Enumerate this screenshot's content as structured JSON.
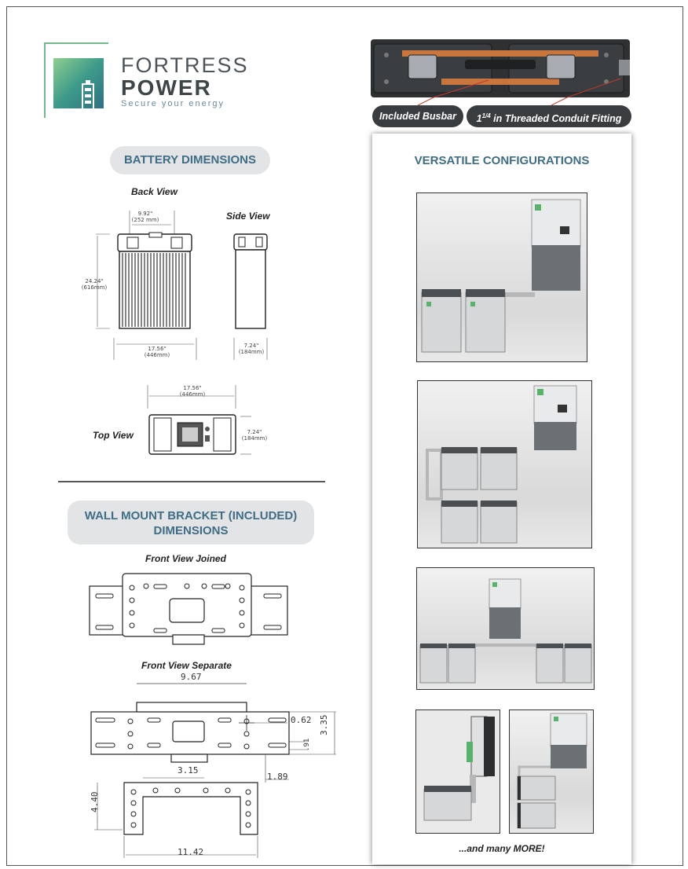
{
  "brand": {
    "name_line1": "FORTRESS",
    "name_line2": "POWER",
    "tagline": "Secure your energy"
  },
  "colors": {
    "heading_text": "#3f6d86",
    "pill_background": "#e2e4e6",
    "logo_green": "#74b98e",
    "tag_background": "#3a3d40"
  },
  "battery_dimensions": {
    "heading": "BATTERY DIMENSIONS",
    "back_view_label": "Back View",
    "side_view_label": "Side View",
    "top_view_label": "Top View",
    "back_top_width": "9.92\"\n(252 mm)",
    "back_height": "24.24\"\n(616mm)",
    "back_width": "17.56\"\n(446mm)",
    "side_depth": "7.24\"\n(184mm)",
    "top_width": "17.56\"\n(446mm)",
    "top_depth": "7.24\"\n(184mm)"
  },
  "wall_mount": {
    "heading_line1": "WALL MOUNT BRACKET (INCLUDED)",
    "heading_line2": "DIMENSIONS",
    "front_view_joined_label": "Front View Joined",
    "front_view_separate_label": "Front View Separate",
    "dim_width_top": "9.67",
    "dim_hole": "0.62",
    "dim_height_right": "3.35",
    "dim_small": ".91",
    "dim_inner": "3.15",
    "dim_offset": "1.89",
    "dim_height_left": "4.40",
    "dim_width_bottom": "11.42"
  },
  "right_column": {
    "tag_busbar": "Included Busbar",
    "tag_conduit_prefix": "1",
    "tag_conduit_fraction": "1/4",
    "tag_conduit_suffix": " in Threaded Conduit Fitting",
    "configurations_heading": "VERSATILE CONFIGURATIONS",
    "more_text": "...and many MORE!"
  }
}
